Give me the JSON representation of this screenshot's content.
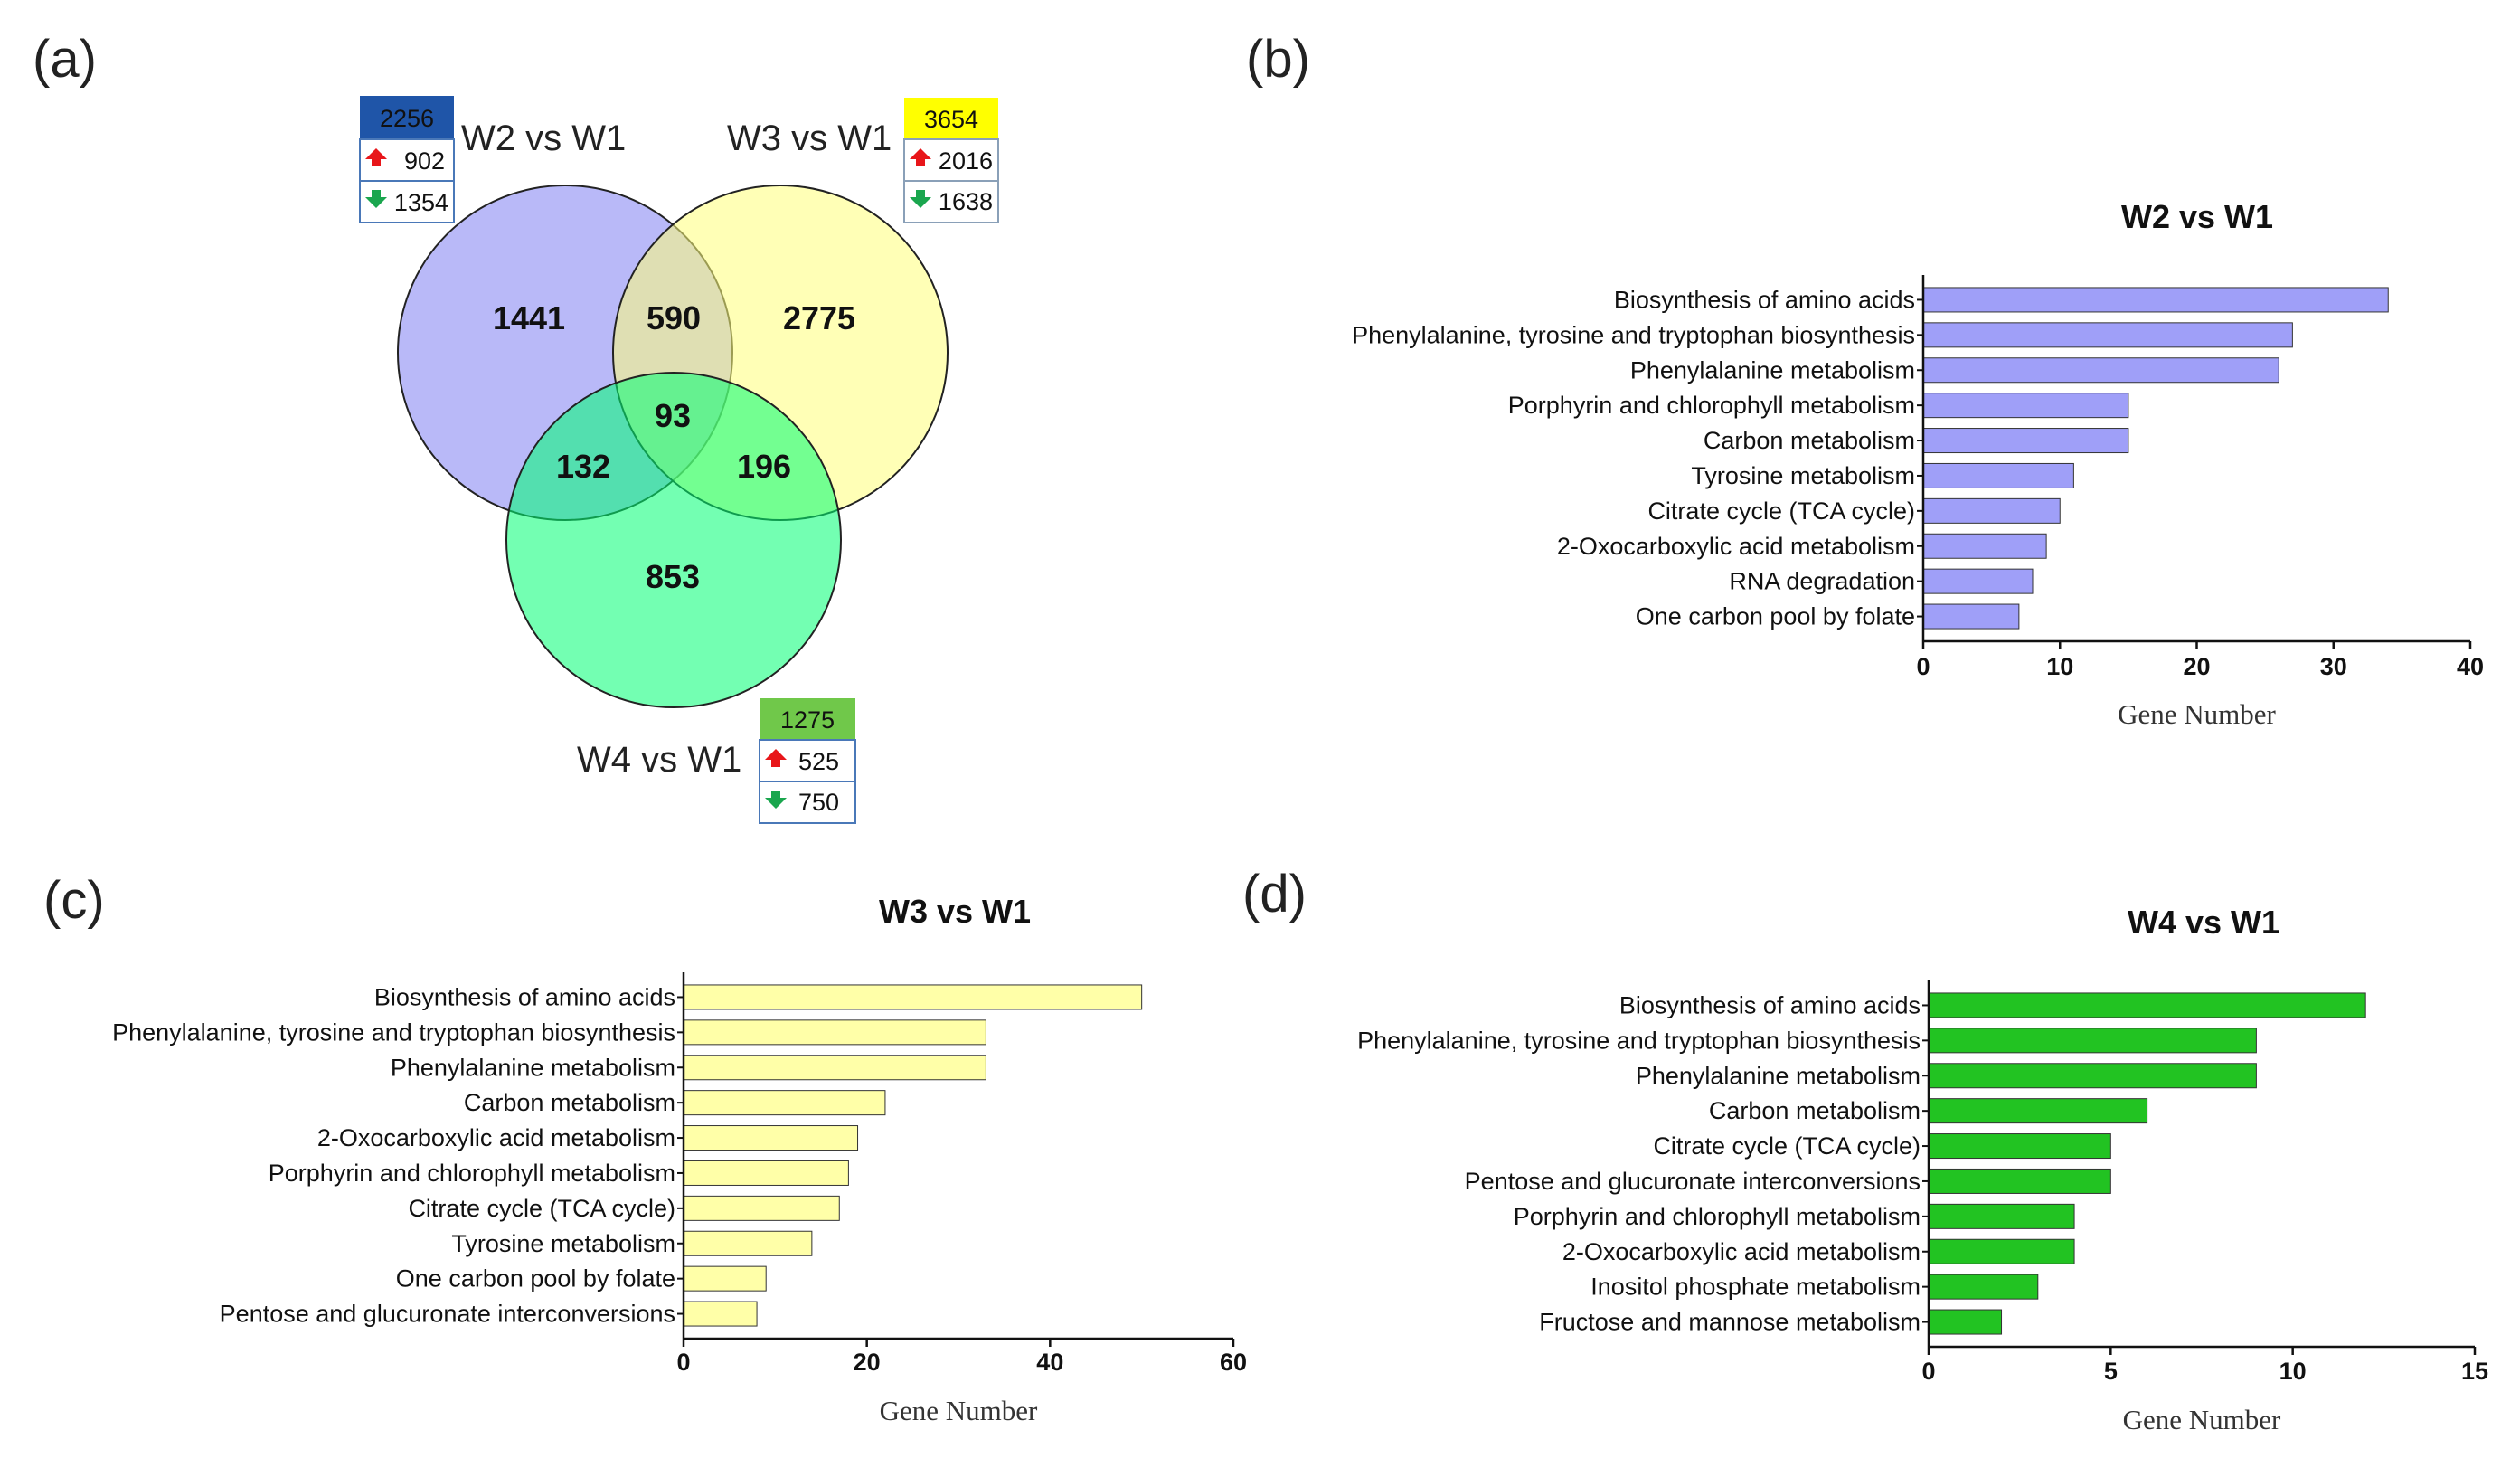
{
  "panels": {
    "a": "(a)",
    "b": "(b)",
    "c": "(c)",
    "d": "(d)"
  },
  "venn": {
    "labels": {
      "w2": "W2 vs W1",
      "w3": "W3 vs W1",
      "w4": "W4 vs W1"
    },
    "counts": {
      "w2_only": "1441",
      "w2_w3": "590",
      "w3_only": "2775",
      "all": "93",
      "w2_w4": "132",
      "w3_w4": "196",
      "w4_only": "853"
    },
    "colors": {
      "w2": "#7f7ff2",
      "w3": "#ffff7a",
      "w4": "#00ff73"
    },
    "boxes": {
      "w2": {
        "total": "2256",
        "up": "902",
        "down": "1354",
        "header_color": "#1f55a8",
        "header_text_color": "#ffffff"
      },
      "w3": {
        "total": "3654",
        "up": "2016",
        "down": "1638",
        "header_color": "#ffff00",
        "header_text_color": "#111111"
      },
      "w4": {
        "total": "1275",
        "up": "525",
        "down": "750",
        "header_color": "#70c84a",
        "header_text_color": "#111111"
      }
    },
    "icons": {
      "up": "red-up-arrow-icon",
      "down": "green-down-arrow-icon"
    }
  },
  "chart_data": [
    {
      "id": "b",
      "type": "bar",
      "orientation": "horizontal",
      "title": "W2 vs W1",
      "xlabel": "Gene Number",
      "xlim": [
        0,
        40
      ],
      "xticks": [
        0,
        10,
        20,
        30,
        40
      ],
      "color": "#9f9ff8",
      "categories": [
        "Biosynthesis of amino acids",
        "Phenylalanine, tyrosine and tryptophan biosynthesis",
        "Phenylalanine metabolism",
        "Porphyrin and chlorophyll metabolism",
        "Carbon metabolism",
        "Tyrosine metabolism",
        "Citrate cycle (TCA cycle)",
        "2-Oxocarboxylic acid metabolism",
        "RNA degradation",
        "One carbon pool by folate"
      ],
      "values": [
        34,
        27,
        26,
        15,
        15,
        11,
        10,
        9,
        8,
        7
      ]
    },
    {
      "id": "c",
      "type": "bar",
      "orientation": "horizontal",
      "title": "W3 vs W1",
      "xlabel": "Gene Number",
      "xlim": [
        0,
        60
      ],
      "xticks": [
        0,
        20,
        40,
        60
      ],
      "color": "#ffffa8",
      "categories": [
        "Biosynthesis of amino acids",
        "Phenylalanine, tyrosine and tryptophan biosynthesis",
        "Phenylalanine metabolism",
        "Carbon metabolism",
        "2-Oxocarboxylic acid metabolism",
        "Porphyrin and chlorophyll metabolism",
        "Citrate cycle (TCA cycle)",
        "Tyrosine metabolism",
        "One carbon pool by folate",
        "Pentose and glucuronate interconversions"
      ],
      "values": [
        50,
        33,
        33,
        22,
        19,
        18,
        17,
        14,
        9,
        8
      ]
    },
    {
      "id": "d",
      "type": "bar",
      "orientation": "horizontal",
      "title": "W4 vs W1",
      "xlabel": "Gene Number",
      "xlim": [
        0,
        15
      ],
      "xticks": [
        0,
        5,
        10,
        15
      ],
      "color": "#22c322",
      "categories": [
        "Biosynthesis of amino acids",
        "Phenylalanine, tyrosine and tryptophan biosynthesis",
        "Phenylalanine metabolism",
        "Carbon metabolism",
        "Citrate cycle (TCA cycle)",
        "Pentose and glucuronate interconversions",
        "Porphyrin and chlorophyll metabolism",
        "2-Oxocarboxylic acid metabolism",
        "Inositol phosphate metabolism",
        "Fructose and mannose metabolism"
      ],
      "values": [
        12,
        9,
        9,
        6,
        5,
        5,
        4,
        4,
        3,
        2
      ]
    }
  ]
}
